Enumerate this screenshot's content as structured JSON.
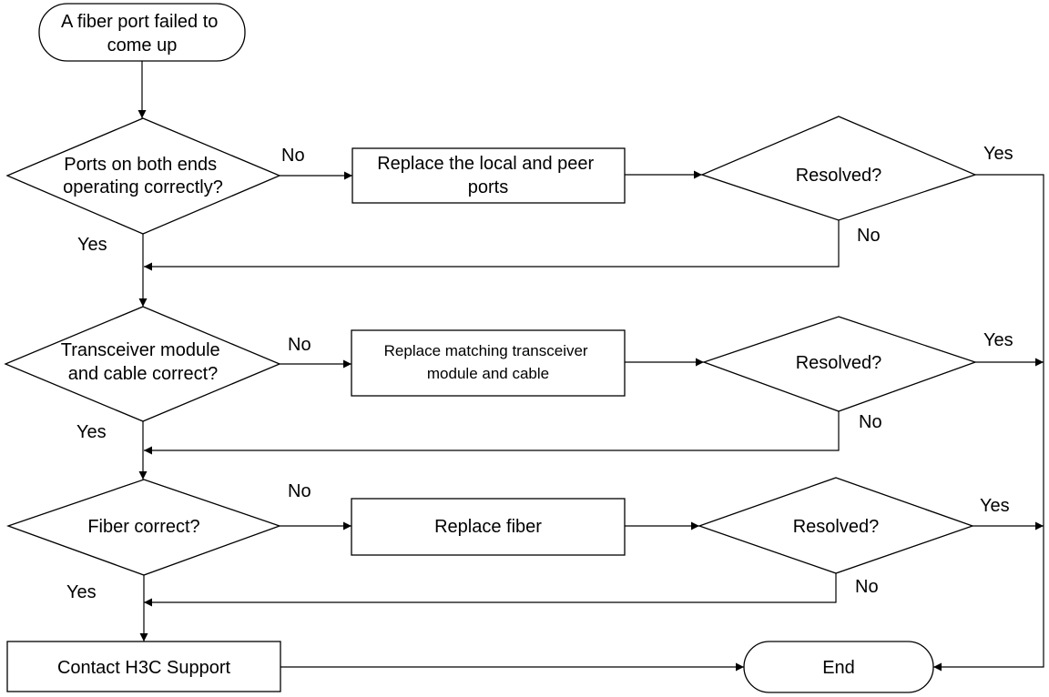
{
  "nodes": {
    "start": [
      "A fiber port failed to",
      "come up"
    ],
    "d1": [
      "Ports on both ends",
      "operating correctly?"
    ],
    "p1": [
      "Replace the local and peer",
      "ports"
    ],
    "r1": [
      "Resolved?"
    ],
    "d2": [
      "Transceiver module",
      "and cable correct?"
    ],
    "p2": [
      "Replace matching transceiver",
      "module and cable"
    ],
    "r2": [
      "Resolved?"
    ],
    "d3": [
      "Fiber correct?"
    ],
    "p3": [
      "Replace fiber"
    ],
    "r3": [
      "Resolved?"
    ],
    "support": [
      "Contact H3C Support"
    ],
    "end": [
      "End"
    ]
  },
  "edge_labels": {
    "d1_no": "No",
    "d1_yes": "Yes",
    "r1_yes": "Yes",
    "r1_no": "No",
    "d2_no": "No",
    "d2_yes": "Yes",
    "r2_yes": "Yes",
    "r2_no": "No",
    "d3_no": "No",
    "d3_yes": "Yes",
    "r3_yes": "Yes",
    "r3_no": "No"
  }
}
